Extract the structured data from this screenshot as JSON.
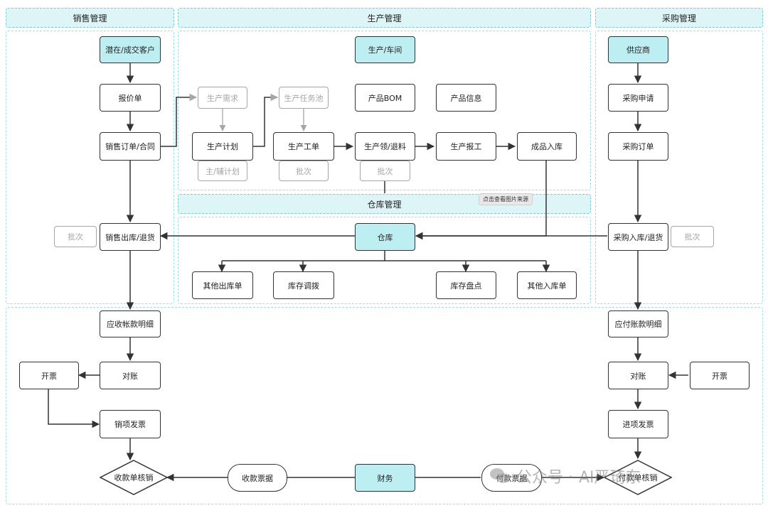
{
  "sections": {
    "sales": "销售管理",
    "production": "生产管理",
    "purchase": "采购管理",
    "warehouse": "仓库管理"
  },
  "nodes": {
    "customer": "潜在/成交客户",
    "quote": "报价单",
    "sales_order": "销售订单/合同",
    "sales_out": "销售出库/退货",
    "sales_batch": "批次",
    "receivable_detail": "应收帐款明细",
    "sales_reconcile": "对账",
    "sales_invoice_open": "开票",
    "sales_invoice": "销项发票",
    "receipt_verify": "收款单核销",
    "receipt_doc": "收款票据",
    "finance": "财务",
    "payment_doc": "付款票据",
    "payment_verify": "付款单核销",
    "workshop": "生产/车间",
    "prod_demand": "生产需求",
    "prod_task_pool": "生产任务池",
    "product_bom": "产品BOM",
    "product_info": "产品信息",
    "prod_plan": "生产计划",
    "prod_order": "生产工单",
    "material_issue": "生产领/退料",
    "prod_report": "生产报工",
    "finished_in": "成品入库",
    "main_sub_plan": "主/辅计划",
    "prod_batch_1": "批次",
    "prod_batch_2": "批次",
    "warehouse": "仓库",
    "other_out": "其他出库单",
    "stock_transfer": "库存调拨",
    "stock_count": "库存盘点",
    "other_in": "其他入库单",
    "supplier": "供应商",
    "purchase_request": "采购申请",
    "purchase_order": "采购订单",
    "purchase_in": "采购入库/退货",
    "purchase_batch": "批次",
    "payable_detail": "应付账款明细",
    "purchase_reconcile": "对账",
    "purchase_invoice_open": "开票",
    "purchase_invoice": "进项发票"
  },
  "tooltip": "点击查看图片来源",
  "watermark": {
    "left": "公众号 · ",
    "right": "AI严琦东"
  },
  "colors": {
    "header_fill": "#ddf5f6",
    "header_border": "#77cbd1",
    "highlight_fill": "#bdeef2",
    "dim_border": "#a6a6a6"
  }
}
